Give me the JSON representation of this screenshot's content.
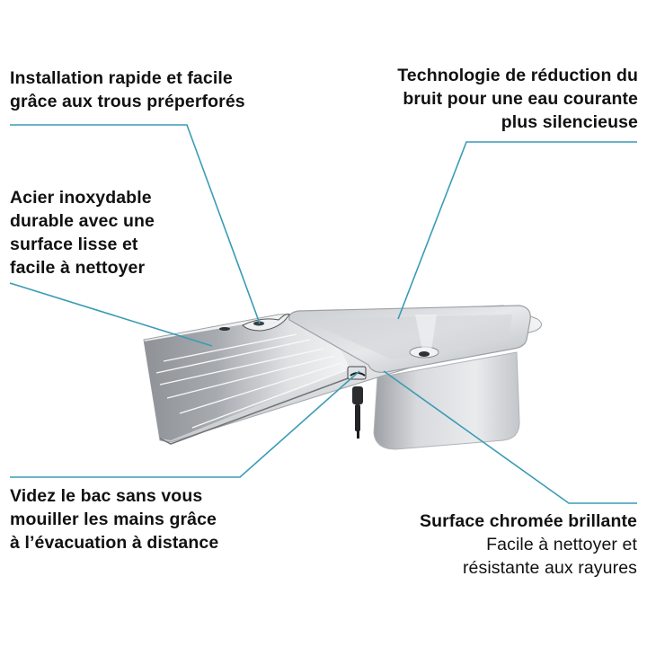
{
  "product_image": {
    "description": "stainless steel kitchen sink with drainboard",
    "parts": [
      "drainboard",
      "basin",
      "tap-hole",
      "remote-drain-knob",
      "drain-fitting"
    ]
  },
  "callouts": {
    "install": {
      "lines": [
        "Installation rapide et facile",
        "grâce aux trous préperforés"
      ]
    },
    "noise": {
      "lines": [
        "Technologie de réduction du",
        "bruit pour une eau courante",
        "plus silencieuse"
      ]
    },
    "steel": {
      "lines": [
        "Acier inoxydable",
        "durable avec une",
        "surface lisse et",
        "facile à nettoyer"
      ]
    },
    "drain": {
      "lines": [
        "Videz le bac sans vous",
        "mouiller les mains grâce",
        "à l’évacuation à distance"
      ]
    },
    "chrome": {
      "title": "Surface chromée brillante",
      "sublines": [
        "Facile à nettoyer et",
        "résistante aux rayures"
      ]
    }
  },
  "colors": {
    "leader_line": "#3a9bb5",
    "text": "#111111",
    "background": "#ffffff"
  }
}
